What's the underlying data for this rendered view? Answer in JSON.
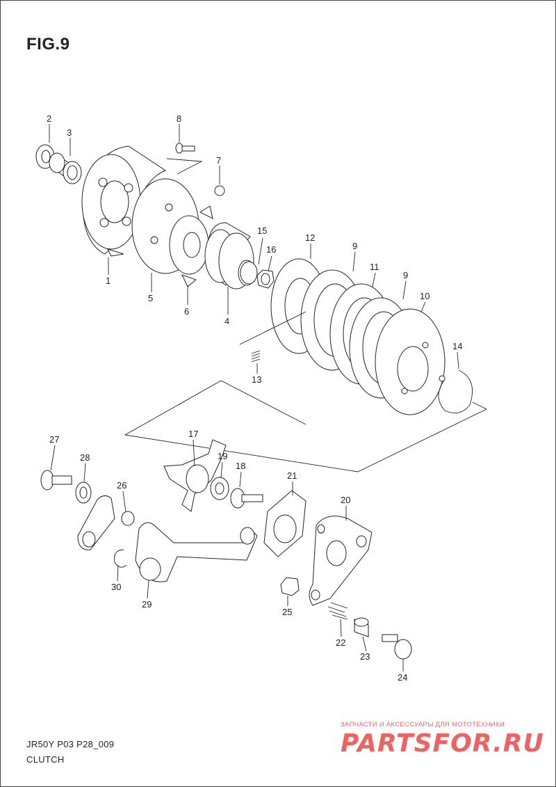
{
  "figure_title": "FIG.9",
  "footer": {
    "code": "JR50Y P03 P28_009",
    "name": "CLUTCH"
  },
  "watermark": {
    "tagline": "ЗАПЧАСТИ И АКСЕССУАРЫ ДЛЯ МОТОТЕХНИКИ",
    "logo": "PARTSFOR.RU"
  },
  "callouts": [
    {
      "id": "c1",
      "text": "1"
    },
    {
      "id": "c2",
      "text": "2"
    },
    {
      "id": "c3",
      "text": "3"
    },
    {
      "id": "c4",
      "text": "4"
    },
    {
      "id": "c5",
      "text": "5"
    },
    {
      "id": "c6",
      "text": "6"
    },
    {
      "id": "c7",
      "text": "7"
    },
    {
      "id": "c8",
      "text": "8"
    },
    {
      "id": "c9a",
      "text": "9"
    },
    {
      "id": "c9b",
      "text": "9"
    },
    {
      "id": "c10",
      "text": "10"
    },
    {
      "id": "c11",
      "text": "11"
    },
    {
      "id": "c12",
      "text": "12"
    },
    {
      "id": "c13",
      "text": "13"
    },
    {
      "id": "c14",
      "text": "14"
    },
    {
      "id": "c15",
      "text": "15"
    },
    {
      "id": "c16",
      "text": "16"
    },
    {
      "id": "c17",
      "text": "17"
    },
    {
      "id": "c18",
      "text": "18"
    },
    {
      "id": "c19",
      "text": "19"
    },
    {
      "id": "c20",
      "text": "20"
    },
    {
      "id": "c21",
      "text": "21"
    },
    {
      "id": "c22",
      "text": "22"
    },
    {
      "id": "c23",
      "text": "23"
    },
    {
      "id": "c24",
      "text": "24"
    },
    {
      "id": "c25",
      "text": "25"
    },
    {
      "id": "c26",
      "text": "26"
    },
    {
      "id": "c27",
      "text": "27"
    },
    {
      "id": "c28",
      "text": "28"
    },
    {
      "id": "c29",
      "text": "29"
    },
    {
      "id": "c30",
      "text": "30"
    }
  ]
}
